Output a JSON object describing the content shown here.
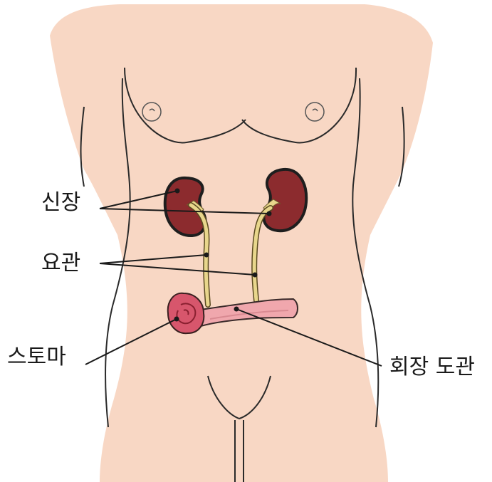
{
  "labels": {
    "kidney": "신장",
    "ureter": "요관",
    "stoma": "스토마",
    "ileal_conduit": "회장 도관"
  },
  "colors": {
    "skin": "#f8d7c4",
    "skin_outline": "#1e1e1e",
    "kidney": "#8c2b2e",
    "ureter": "#e8d68c",
    "stoma": "#d7566c",
    "conduit": "#f0a7ad",
    "leader_line": "#1a1a1a"
  }
}
